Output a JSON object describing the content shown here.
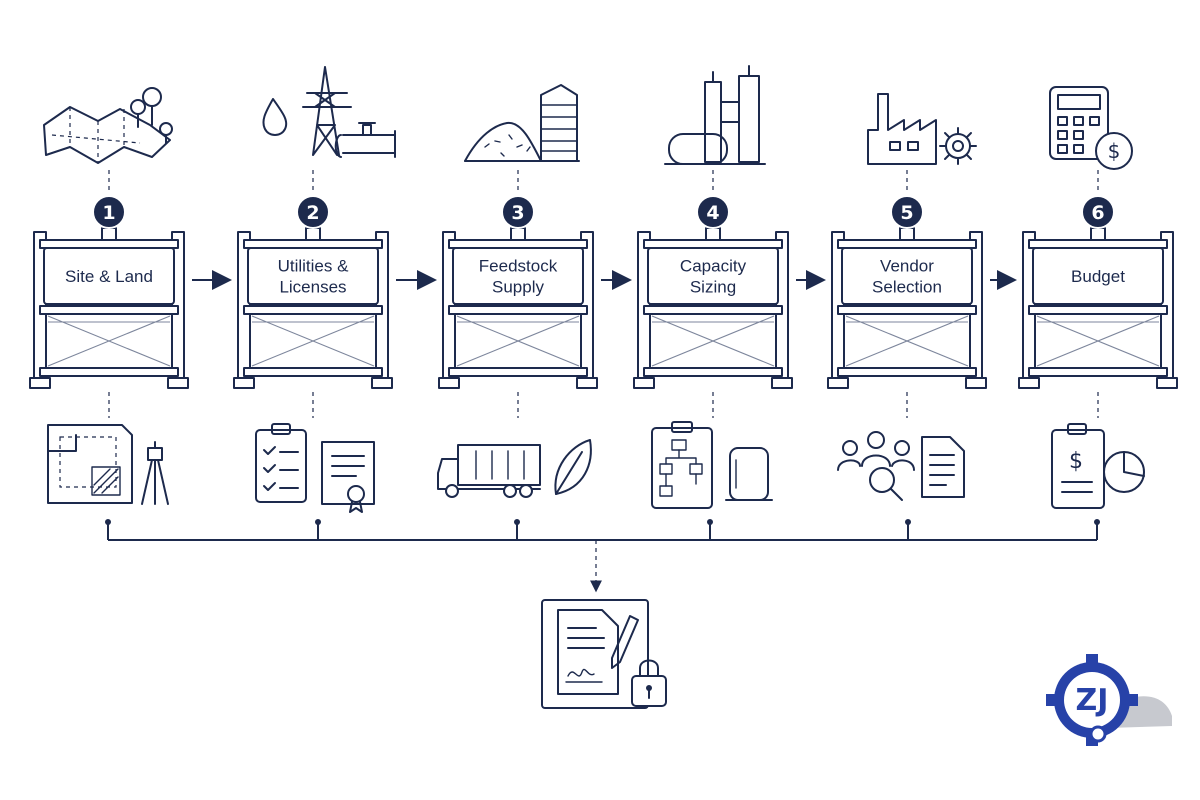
{
  "stages": [
    {
      "number": "1",
      "label_lines": [
        "Site & Land"
      ],
      "top_icon": "map-trees-icon",
      "bottom_icons": [
        "site-plan-icon",
        "surveyor-tripod-icon"
      ]
    },
    {
      "number": "2",
      "label_lines": [
        "Utilities &",
        "Licenses"
      ],
      "top_icon": "water-power-pipe-icon",
      "bottom_icons": [
        "checklist-clipboard-icon",
        "certificate-icon"
      ]
    },
    {
      "number": "3",
      "label_lines": [
        "Feedstock",
        "Supply"
      ],
      "top_icon": "pile-silo-icon",
      "bottom_icons": [
        "truck-icon",
        "leaf-icon"
      ]
    },
    {
      "number": "4",
      "label_lines": [
        "Capacity",
        "Sizing"
      ],
      "top_icon": "process-tanks-icon",
      "bottom_icons": [
        "flowchart-clipboard-icon",
        "tank-icon"
      ]
    },
    {
      "number": "5",
      "label_lines": [
        "Vendor",
        "Selection"
      ],
      "top_icon": "factory-gear-icon",
      "bottom_icons": [
        "people-search-icon",
        "document-icon"
      ]
    },
    {
      "number": "6",
      "label_lines": [
        "Budget"
      ],
      "top_icon": "calculator-dollar-icon",
      "bottom_icons": [
        "dollar-report-icon",
        "pie-chart-icon"
      ]
    }
  ],
  "final_icon": "signed-contract-lock-icon",
  "logo": {
    "letters": "ZJ",
    "icon": "gear-logo-icon"
  },
  "colors": {
    "primary": "#1d2a4d",
    "accent_blue": "#2742a8",
    "logo_grey": "#c7c9cf"
  }
}
